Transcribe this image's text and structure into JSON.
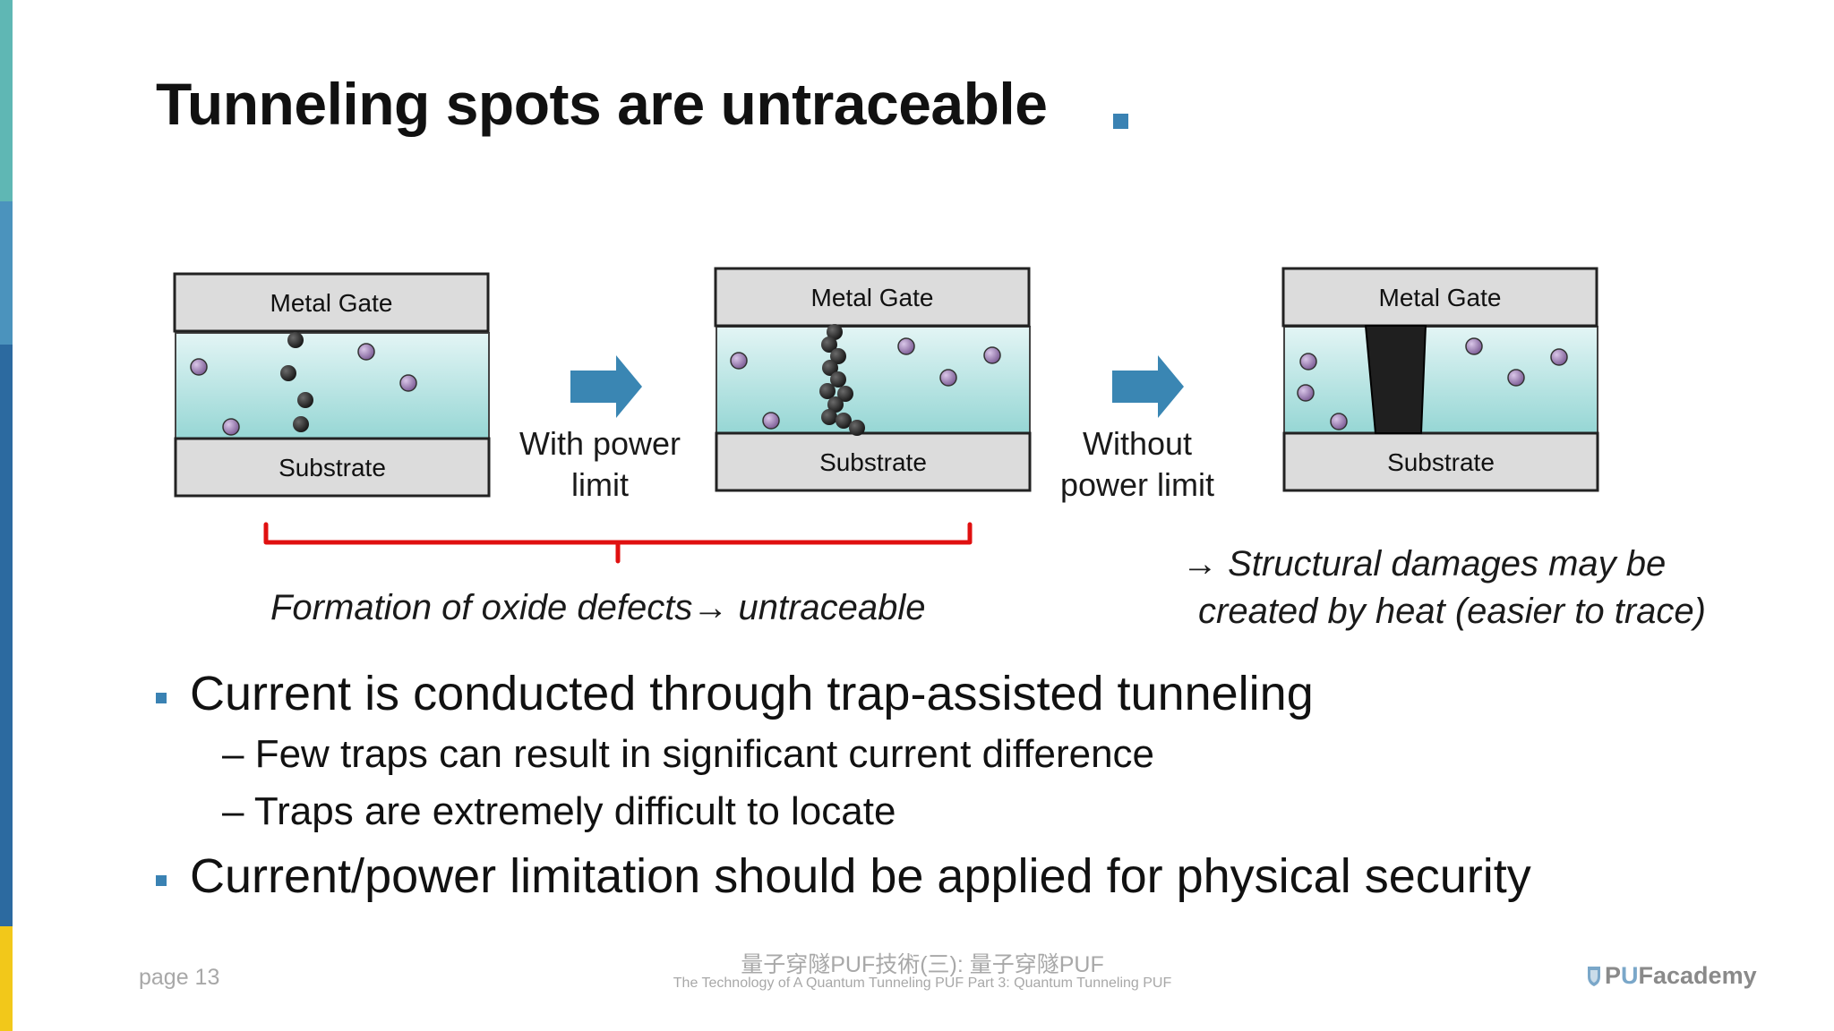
{
  "slide": {
    "title": "Tunneling spots are untraceable",
    "accent_color": "#3a82b3",
    "bracket_color": "#e01010"
  },
  "diagram": {
    "panels": [
      {
        "gate_label": "Metal Gate",
        "substrate_label": "Substrate"
      },
      {
        "gate_label": "Metal Gate",
        "substrate_label": "Substrate"
      },
      {
        "gate_label": "Metal Gate",
        "substrate_label": "Substrate"
      }
    ],
    "arrow1_label_line1": "With power",
    "arrow1_label_line2": "limit",
    "arrow2_label_line1": "Without",
    "arrow2_label_line2": "power limit",
    "caption_left": "Formation of oxide defects→ untraceable",
    "caption_right_line1": "→  Structural damages may be",
    "caption_right_line2": "created by heat (easier to trace)",
    "colors": {
      "oxide_top": "#e3f5f5",
      "oxide_bottom": "#95d6d4",
      "gate_fill": "#dcdcdc",
      "trap_purple": "#9a7bb0",
      "defect_dark": "#2a2a2a",
      "arrow": "#3a86b3"
    }
  },
  "bullets": [
    {
      "text": "Current is conducted through trap-assisted tunneling",
      "subs": [
        "– Few traps can result in significant current difference",
        "– Traps are extremely difficult to locate"
      ]
    },
    {
      "text": "Current/power limitation should be applied for physical security",
      "subs": []
    }
  ],
  "footer": {
    "page": "page 13",
    "title_zh": "量子穿隧PUF技術(三): 量子穿隧PUF",
    "title_en": "The Technology of A Quantum Tunneling PUF Part 3: Quantum Tunneling PUF",
    "logo_p": "P",
    "logo_u": "U",
    "logo_rest": "Facademy"
  }
}
